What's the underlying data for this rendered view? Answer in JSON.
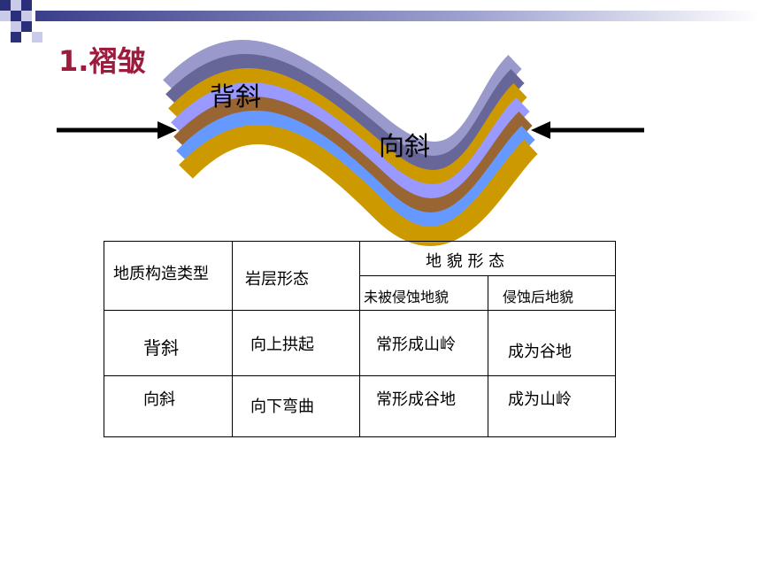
{
  "title": "1.褶皱",
  "diagram": {
    "anticline_label": "背斜",
    "syncline_label": "向斜",
    "layer_colors": [
      "#9999cc",
      "#666699",
      "#cc9900",
      "#9999ff",
      "#996633",
      "#6699ff",
      "#cc9900"
    ]
  },
  "table": {
    "header": {
      "type": "地质构造类型",
      "rock": "岩层形态",
      "landform": "地 貌 形 态",
      "uneroded": "未被侵蚀地貌",
      "eroded": "侵蚀后地貌"
    },
    "rows": [
      {
        "type": "背斜",
        "rock": "向上拱起",
        "uneroded": "常形成山岭",
        "eroded": "成为谷地"
      },
      {
        "type": "向斜",
        "rock": "向下弯曲",
        "uneroded": "常形成谷地",
        "eroded": "成为山岭"
      }
    ]
  }
}
